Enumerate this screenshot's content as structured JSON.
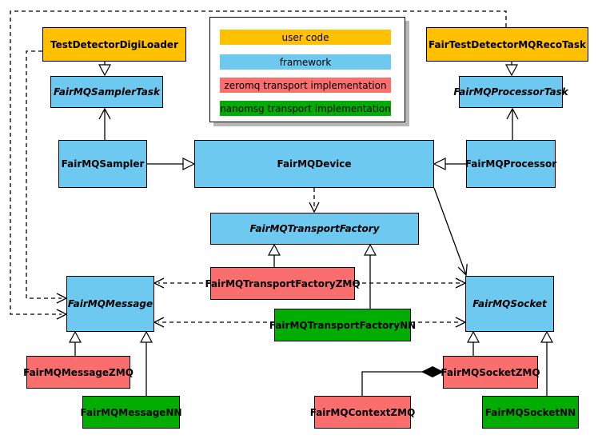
{
  "legend": {
    "items": [
      {
        "label": "user code",
        "color": "#FFC000"
      },
      {
        "label": "framework",
        "color": "#6EC9F0"
      },
      {
        "label": "zeromq transport implementation",
        "color": "#FA6E6E"
      },
      {
        "label": "nanomsg transport implementation",
        "color": "#00AD00"
      }
    ]
  },
  "nodes": {
    "digi_loader": {
      "label": "TestDetectorDigiLoader",
      "category": "user code",
      "abstract": false
    },
    "reco_task": {
      "label": "FairTestDetectorMQRecoTask",
      "category": "user code",
      "abstract": false
    },
    "sampler_task": {
      "label": "FairMQSamplerTask",
      "category": "framework",
      "abstract": true
    },
    "processor_task": {
      "label": "FairMQProcessorTask",
      "category": "framework",
      "abstract": true
    },
    "sampler": {
      "label": "FairMQSampler",
      "category": "framework",
      "abstract": false
    },
    "device": {
      "label": "FairMQDevice",
      "category": "framework",
      "abstract": false
    },
    "processor": {
      "label": "FairMQProcessor",
      "category": "framework",
      "abstract": false
    },
    "transport_factory": {
      "label": "FairMQTransportFactory",
      "category": "framework",
      "abstract": true
    },
    "tf_zmq": {
      "label": "FairMQTransportFactoryZMQ",
      "category": "zeromq transport implementation",
      "abstract": false
    },
    "tf_nn": {
      "label": "FairMQTransportFactoryNN",
      "category": "nanomsg transport implementation",
      "abstract": false
    },
    "message": {
      "label": "FairMQMessage",
      "category": "framework",
      "abstract": true
    },
    "socket": {
      "label": "FairMQSocket",
      "category": "framework",
      "abstract": true
    },
    "message_zmq": {
      "label": "FairMQMessageZMQ",
      "category": "zeromq transport implementation",
      "abstract": false
    },
    "message_nn": {
      "label": "FairMQMessageNN",
      "category": "nanomsg transport implementation",
      "abstract": false
    },
    "socket_zmq": {
      "label": "FairMQSocketZMQ",
      "category": "zeromq transport implementation",
      "abstract": false
    },
    "context_zmq": {
      "label": "FairMQContextZMQ",
      "category": "zeromq transport implementation",
      "abstract": false
    },
    "socket_nn": {
      "label": "FairMQSocketNN",
      "category": "nanomsg transport implementation",
      "abstract": false
    }
  },
  "edges": [
    {
      "from": "TestDetectorDigiLoader",
      "to": "FairMQSamplerTask",
      "type": "inheritance-triangle",
      "line": "solid"
    },
    {
      "from": "FairTestDetectorMQRecoTask",
      "to": "FairMQProcessorTask",
      "type": "inheritance-triangle",
      "line": "solid"
    },
    {
      "from": "FairMQSampler",
      "to": "FairMQSamplerTask",
      "type": "open-arrow",
      "line": "solid"
    },
    {
      "from": "FairMQProcessor",
      "to": "FairMQProcessorTask",
      "type": "open-arrow",
      "line": "solid"
    },
    {
      "from": "FairMQSampler",
      "to": "FairMQDevice",
      "type": "inheritance-triangle",
      "line": "solid"
    },
    {
      "from": "FairMQProcessor",
      "to": "FairMQDevice",
      "type": "inheritance-triangle",
      "line": "solid"
    },
    {
      "from": "FairMQDevice",
      "to": "FairMQTransportFactory",
      "type": "open-arrow",
      "line": "dashed"
    },
    {
      "from": "FairMQDevice",
      "to": "FairMQSocket",
      "type": "open-arrow",
      "line": "solid"
    },
    {
      "from": "FairMQTransportFactoryZMQ",
      "to": "FairMQTransportFactory",
      "type": "inheritance-triangle",
      "line": "solid"
    },
    {
      "from": "FairMQTransportFactoryNN",
      "to": "FairMQTransportFactory",
      "type": "inheritance-triangle",
      "line": "solid"
    },
    {
      "from": "FairMQTransportFactoryZMQ",
      "to": "FairMQMessage",
      "type": "open-arrow",
      "line": "dashed"
    },
    {
      "from": "FairMQTransportFactoryZMQ",
      "to": "FairMQSocket",
      "type": "open-arrow",
      "line": "dashed"
    },
    {
      "from": "FairMQTransportFactoryNN",
      "to": "FairMQMessage",
      "type": "open-arrow",
      "line": "dashed"
    },
    {
      "from": "FairMQTransportFactoryNN",
      "to": "FairMQSocket",
      "type": "open-arrow",
      "line": "dashed"
    },
    {
      "from": "FairTestDetectorMQRecoTask",
      "to": "FairMQMessage",
      "type": "open-arrow",
      "line": "dashed"
    },
    {
      "from": "TestDetectorDigiLoader",
      "to": "FairMQMessage",
      "type": "open-arrow",
      "line": "dashed"
    },
    {
      "from": "FairMQMessageZMQ",
      "to": "FairMQMessage",
      "type": "inheritance-triangle",
      "line": "solid"
    },
    {
      "from": "FairMQMessageNN",
      "to": "FairMQMessage",
      "type": "inheritance-triangle",
      "line": "solid"
    },
    {
      "from": "FairMQSocketZMQ",
      "to": "FairMQSocket",
      "type": "inheritance-triangle",
      "line": "solid"
    },
    {
      "from": "FairMQSocketNN",
      "to": "FairMQSocket",
      "type": "inheritance-triangle",
      "line": "solid"
    },
    {
      "from": "FairMQContextZMQ",
      "to": "FairMQSocketZMQ",
      "type": "composition-diamond",
      "line": "solid"
    }
  ]
}
